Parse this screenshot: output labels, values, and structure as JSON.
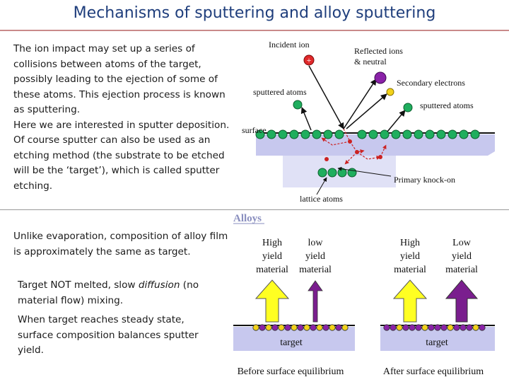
{
  "title": "Mechanisms of sputtering and alloy sputtering",
  "intro": {
    "p1": "The ion impact may set up a series of collisions between atoms of the target, possibly leading to the ejection of some of these atoms. This ejection process is known as sputtering.",
    "p2": "Here we are interested in sputter deposition. Of course sputter can also be used as an etching method (the substrate to be etched will be the ‘target’), which is called sputter etching."
  },
  "alloy_text": {
    "p1": "Unlike evaporation, composition of alloy film is approximately the same as  target.",
    "p2_pre": "Target NOT melted, slow ",
    "p2_em": "diffusion",
    "p2_post": " (no material flow) mixing.",
    "p3": "When target reaches steady state, surface composition balances sputter yield."
  },
  "sputter_diagram": {
    "incident_ion": "Incident ion",
    "ion_charge": "+",
    "reflected": "Reflected ions",
    "neutral": "& neutral",
    "secondary": "Secondary electrons",
    "sputtered_left": "sputtered atoms",
    "sputtered_right": "sputtered atoms",
    "surface": "surface",
    "knock_on": "Primary knock-on",
    "lattice": "lattice atoms"
  },
  "alloy_diagram": {
    "heading": "Alloys",
    "before": {
      "high_l1": "High",
      "high_l2": "yield",
      "high_l3": "material",
      "low_l1": "low",
      "low_l2": "yield",
      "low_l3": "material",
      "target": "target",
      "caption": "Before surface equilibrium"
    },
    "after": {
      "high_l1": "High",
      "high_l2": "yield",
      "high_l3": "material",
      "low_l1": "Low",
      "low_l2": "yield",
      "low_l3": "material",
      "target": "target",
      "caption": "After surface equilibrium"
    }
  },
  "colors": {
    "title": "#1f3e7c",
    "atom_green": "#1fae5e",
    "ion_red": "#e0282a",
    "electron_yellow": "#f2d21a",
    "reflected_purple": "#8a22a8",
    "surface_fill": "#c7c8ee",
    "high_yield_arrow": "#ffff22",
    "low_yield_arrow": "#7a1e8e",
    "path_red": "#cc2222"
  }
}
